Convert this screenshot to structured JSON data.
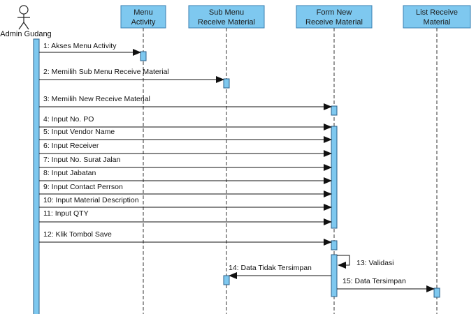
{
  "diagram": {
    "actor": {
      "label": "Admin Gudang"
    },
    "lifelines": [
      {
        "id": "menu-activity",
        "label_lines": [
          "Menu",
          "Activity"
        ]
      },
      {
        "id": "sub-menu",
        "label_lines": [
          "Sub Menu",
          "Receive Material"
        ]
      },
      {
        "id": "form-new",
        "label_lines": [
          "Form New",
          "Receive Material"
        ]
      },
      {
        "id": "list-receive",
        "label_lines": [
          "List Receive",
          "Material"
        ]
      }
    ],
    "messages": [
      {
        "label": "1: Akses Menu Activity"
      },
      {
        "label": "2: Memilih Sub Menu Receive Material"
      },
      {
        "label": "3: Memilih New Receive Material"
      },
      {
        "label": "4: Input No. PO"
      },
      {
        "label": "5: Input Vendor Name"
      },
      {
        "label": "6: Input Receiver"
      },
      {
        "label": "7: Input No. Surat Jalan"
      },
      {
        "label": "8: Input Jabatan"
      },
      {
        "label": "9: Input Contact Perrson"
      },
      {
        "label": "10: Input Material Description"
      },
      {
        "label": "11: Input QTY"
      },
      {
        "label": "12: Klik Tombol Save"
      },
      {
        "label": "13: Validasi"
      },
      {
        "label": "14: Data Tidak Tersimpan"
      },
      {
        "label": "15: Data Tersimpan"
      }
    ]
  },
  "colors": {
    "lifeline_fill": "#7ec8ef",
    "lifeline_stroke": "#3b7fb0",
    "activation_fill": "#7ec8ef",
    "line": "#111111"
  }
}
